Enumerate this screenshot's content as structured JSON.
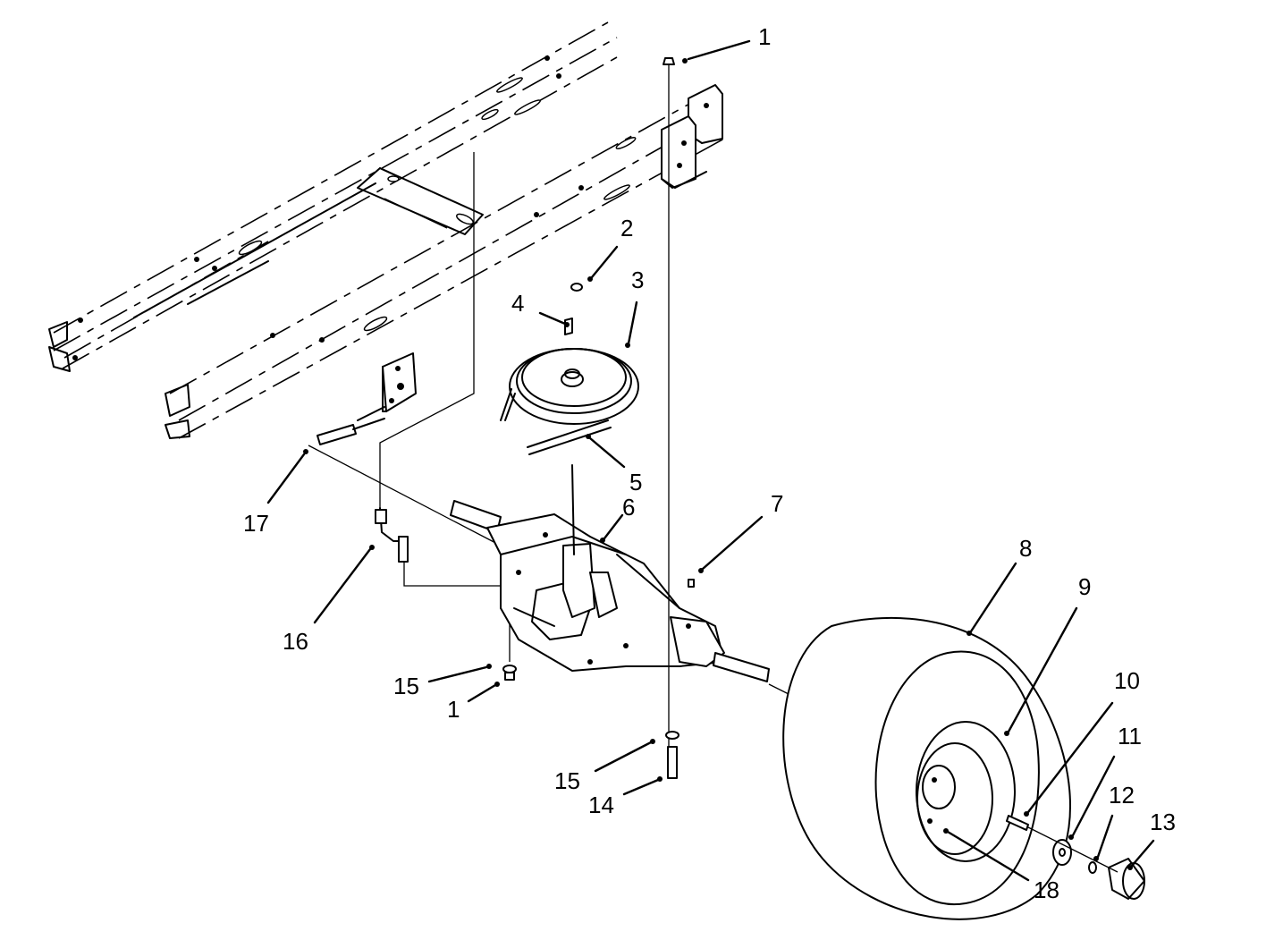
{
  "callouts": [
    {
      "id": "c1a",
      "label": "1"
    },
    {
      "id": "c2",
      "label": "2"
    },
    {
      "id": "c3",
      "label": "3"
    },
    {
      "id": "c4",
      "label": "4"
    },
    {
      "id": "c5",
      "label": "5"
    },
    {
      "id": "c6",
      "label": "6"
    },
    {
      "id": "c7",
      "label": "7"
    },
    {
      "id": "c8",
      "label": "8"
    },
    {
      "id": "c9",
      "label": "9"
    },
    {
      "id": "c10",
      "label": "10"
    },
    {
      "id": "c11",
      "label": "11"
    },
    {
      "id": "c12",
      "label": "12"
    },
    {
      "id": "c13",
      "label": "13"
    },
    {
      "id": "c14",
      "label": "14"
    },
    {
      "id": "c15a",
      "label": "15"
    },
    {
      "id": "c15b",
      "label": "15"
    },
    {
      "id": "c1b",
      "label": "1"
    },
    {
      "id": "c16",
      "label": "16"
    },
    {
      "id": "c17",
      "label": "17"
    },
    {
      "id": "c18",
      "label": "18"
    }
  ]
}
